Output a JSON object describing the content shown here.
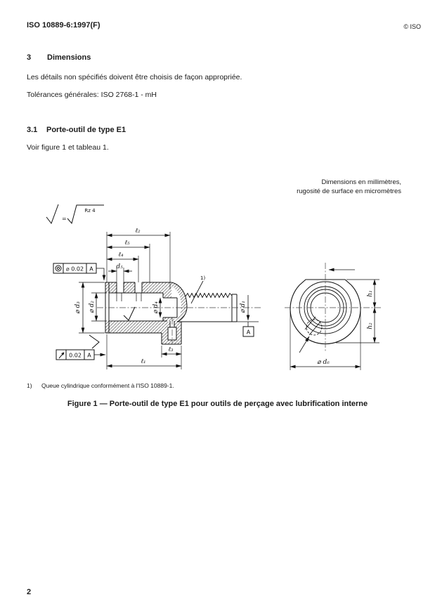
{
  "page": {
    "header_left": "ISO 10889-6:1997(F)",
    "header_right": "© ISO",
    "page_number": "2"
  },
  "content": {
    "section3_number": "3",
    "section3_title": "Dimensions",
    "para1": "Les détails non spécifiés doivent être choisis de façon appropriée.",
    "para2": "Tolérances générales: ISO 2768-1 - mH",
    "section31_number": "3.1",
    "section31_title": "Porte-outil de type E1",
    "para3": "Voir figure 1 et tableau 1.",
    "units_note_line1": "Dimensions en millimètres,",
    "units_note_line2": "rugosité de surface en micromètres",
    "footnote_ref": "1)",
    "footnote_text": "Queue cylindrique conformément à l'ISO 10889-1.",
    "caption": "Figure 1 — Porte-outil de type E1 pour outils de perçage avec lubrification interne"
  },
  "figure": {
    "roughness": {
      "equals": "=",
      "value": "Rz 4"
    },
    "labels": {
      "l1": "ℓ₁",
      "l2": "ℓ₂",
      "l3": "ℓ₃",
      "l4": "ℓ₄",
      "l5": "ℓ₅",
      "d1": "⌀ d₁",
      "d2": "⌀ d₂",
      "d3": "⌀ d₃",
      "d4": "⌀ d₄",
      "d5": "d₅",
      "d6": "⌀ d₆",
      "h1": "h₁",
      "h2": "h₂"
    },
    "tolerance1": {
      "symbol": "concentricity",
      "value": "⌀ 0.02",
      "datum": "A"
    },
    "tolerance2": {
      "symbol": "circular-runout",
      "value": "0.02",
      "datum": "A"
    },
    "datum_flag": "A",
    "footnote_marker": "1)"
  }
}
